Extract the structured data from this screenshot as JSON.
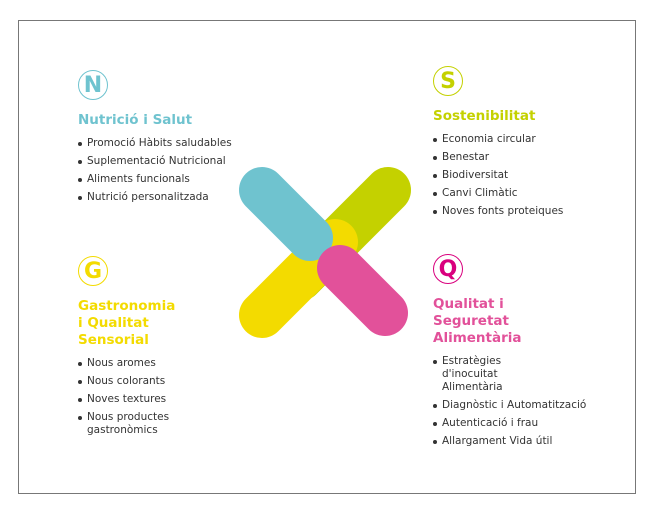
{
  "colors": {
    "teal": "#6fc3cf",
    "lime": "#c4d100",
    "yellow": "#f3db00",
    "magenta": "#e2519a"
  },
  "sections": [
    {
      "letter": "N",
      "title": "Nutrició i Salut",
      "items": [
        "Promoció Hàbits saludables",
        "Suplementació Nutricional",
        "Aliments funcionals",
        "Nutrició personalitzada"
      ]
    },
    {
      "letter": "S",
      "title": "Sostenibilitat",
      "items": [
        "Economia circular",
        "Benestar",
        "Biodiversitat",
        "Canvi Climàtic",
        "Noves fonts proteiques"
      ]
    },
    {
      "letter": "G",
      "title": "Gastronomia i Qualitat Sensorial",
      "items": [
        "Nous aromes",
        "Nous colorants",
        "Noves textures",
        "Nous productes gastronòmics"
      ]
    },
    {
      "letter": "Q",
      "title": "Qualitat i Seguretat Alimentària",
      "items": [
        "Estratègies d'inocuitat Alimentària",
        "Diagnòstic i Automatització",
        "Autenticació i frau",
        "Allargament Vida útil"
      ]
    }
  ]
}
